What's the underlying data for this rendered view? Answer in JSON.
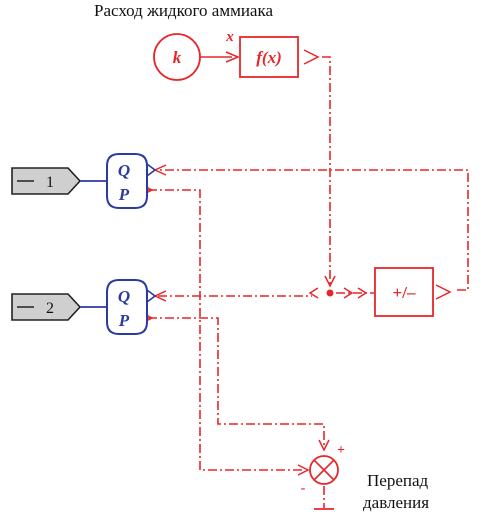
{
  "title": "Расход жидкого аммиака",
  "blocks": {
    "constant": {
      "label": "k"
    },
    "function": {
      "label": "f(x)",
      "input_label": "x"
    },
    "adder": {
      "label": "+/–"
    },
    "port1": {
      "label": "1"
    },
    "port2": {
      "label": "2"
    },
    "pipe1": {
      "q_label": "Q",
      "p_label": "P"
    },
    "pipe2": {
      "q_label": "Q",
      "p_label": "P"
    },
    "diff": {
      "plus_label": "+",
      "minus_label": "-"
    }
  },
  "note": {
    "line1": "Перепад",
    "line2": "давления"
  },
  "colors": {
    "signal": "#e8262a",
    "hydraulic": "#2b3aa0",
    "port_fill": "#cfcfcf",
    "port_stroke": "#222222",
    "text": "#111111"
  }
}
